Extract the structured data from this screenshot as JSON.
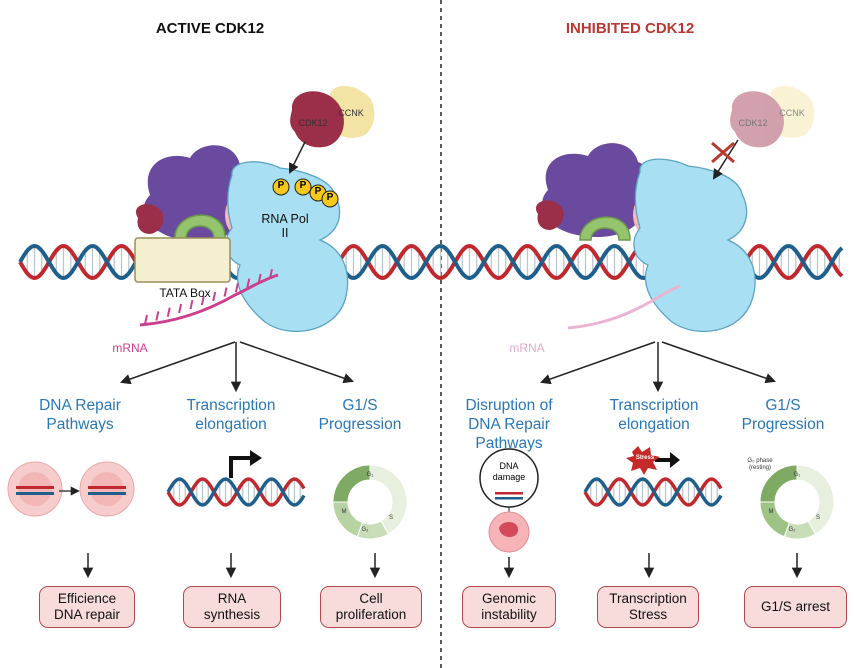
{
  "left": {
    "title": "ACTIVE CDK12",
    "kinase_label": "CDK12",
    "cyclin_label": "CCNK",
    "phospho_label": "P",
    "polymerase_label": "RNA Pol\nII",
    "tata_label": "TATA Box",
    "mrna_label": "mRNA",
    "effects": [
      {
        "heading": "DNA Repair\nPathways",
        "outcome": "Efficience\nDNA repair"
      },
      {
        "heading": "Transcription\nelongation",
        "outcome": "RNA\nsynthesis"
      },
      {
        "heading": "G1/S\nProgression",
        "outcome": "Cell\nproliferation"
      }
    ],
    "cycle_labels": [
      "G₁",
      "M",
      "G₂",
      "S"
    ]
  },
  "right": {
    "title": "INHIBITED CDK12",
    "kinase_label": "CDK12",
    "cyclin_label": "CCNK",
    "mrna_label": "mRNA",
    "damage_label": "DNA\ndamage",
    "stress_label": "Stress",
    "g0_label": "G₀ phase\n(resting)",
    "effects": [
      {
        "heading": "Disruption of\nDNA Repair\nPathways",
        "outcome": "Genomic\ninstability"
      },
      {
        "heading": "Transcription\nelongation",
        "outcome": "Transcription\nStress"
      },
      {
        "heading": "G1/S\nProgression",
        "outcome": "G1/S arrest"
      }
    ],
    "cycle_labels": [
      "G₁",
      "M",
      "G₂",
      "S"
    ]
  },
  "colors": {
    "active_title": "#111111",
    "inhibited_title": "#b83a33",
    "heading_blue": "#2a77b8",
    "dna_red": "#c0282d",
    "dna_blue": "#1f5f8c",
    "mrna": "#cc3f8e",
    "mrna_faded": "#eab3d3",
    "polymerase": "#a9dff2",
    "complex_purple": "#6a4a9e",
    "cdk12": "#9b2f4a",
    "ccnk": "#f3e3a4",
    "green": "#95c46e",
    "phospho": "#f5c819",
    "outcome_fill": "#f8dcdc",
    "outcome_border": "#b5484b"
  }
}
